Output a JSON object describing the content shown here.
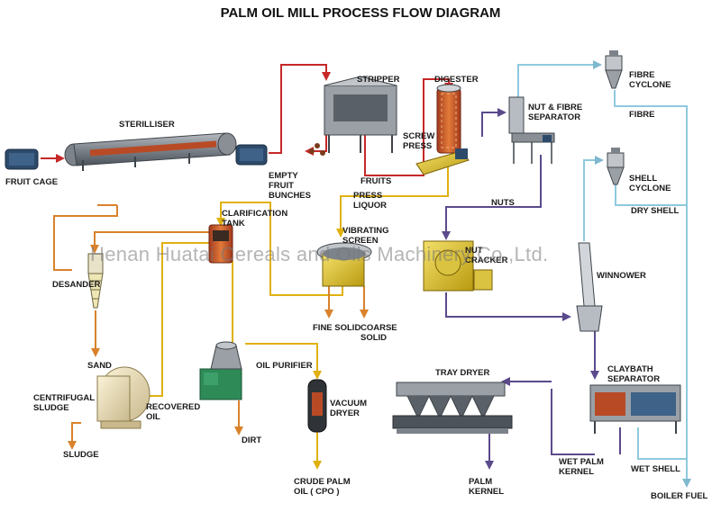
{
  "title": "PALM OIL MILL PROCESS FLOW DIAGRAM",
  "watermark": "Henan Huatai Cereals and Oils Machinery Co.,Ltd.",
  "colors": {
    "red": "#c62828",
    "yellow": "#f0c419",
    "orange": "#d9822b",
    "purple": "#5b4a8b",
    "light_blue": "#8ec9df",
    "dark_blue": "#2d4a6b",
    "steel": "#8a8f96"
  },
  "labels": {
    "fruit_cage": "FRUIT CAGE",
    "sterilliser": "STERILLISER",
    "stripper": "STRIPPER",
    "digester": "DIGESTER",
    "empty_fruit_bunches": "EMPTY FRUIT BUNCHES",
    "screw_press": "SCREW PRESS",
    "fruits": "FRUITS",
    "press_liquor": "PRESS LIQUOR",
    "nut_fibre_separator": "NUT & FIBRE SEPARATOR",
    "fibre_cyclone": "FIBRE CYCLONE",
    "fibre": "FIBRE",
    "shell_cyclone": "SHELL CYCLONE",
    "dry_shell": "DRY SHELL",
    "nuts": "NUTS",
    "nut_cracker": "NUT CRACKER",
    "winnower": "WINNOWER",
    "clarification_tank": "CLARIFICATION TANK",
    "vibrating_screen": "VIBRATING SCREEN",
    "desander": "DESANDER",
    "fine_solid": "FINE SOLID",
    "coarse_solid": "COARSE SOLID",
    "sand": "SAND",
    "centrifugal_sludge": "CENTRIFUGAL SLUDGE",
    "recovered_oil": "RECOVERED OIL",
    "oil_purifier": "OIL PURIFIER",
    "vacuum_dryer": "VACUUM DRYER",
    "dirt": "DIRT",
    "sludge": "SLUDGE",
    "crude_palm_oil": "CRUDE PALM OIL ( CPO )",
    "tray_dryer": "TRAY DRYER",
    "claybath_separator": "CLAYBATH SEPARATOR",
    "palm_kernel": "PALM KERNEL",
    "wet_palm_kernel": "WET PALM KERNEL",
    "wet_shell": "WET SHELL",
    "boiler_fuel": "BOILER FUEL"
  }
}
